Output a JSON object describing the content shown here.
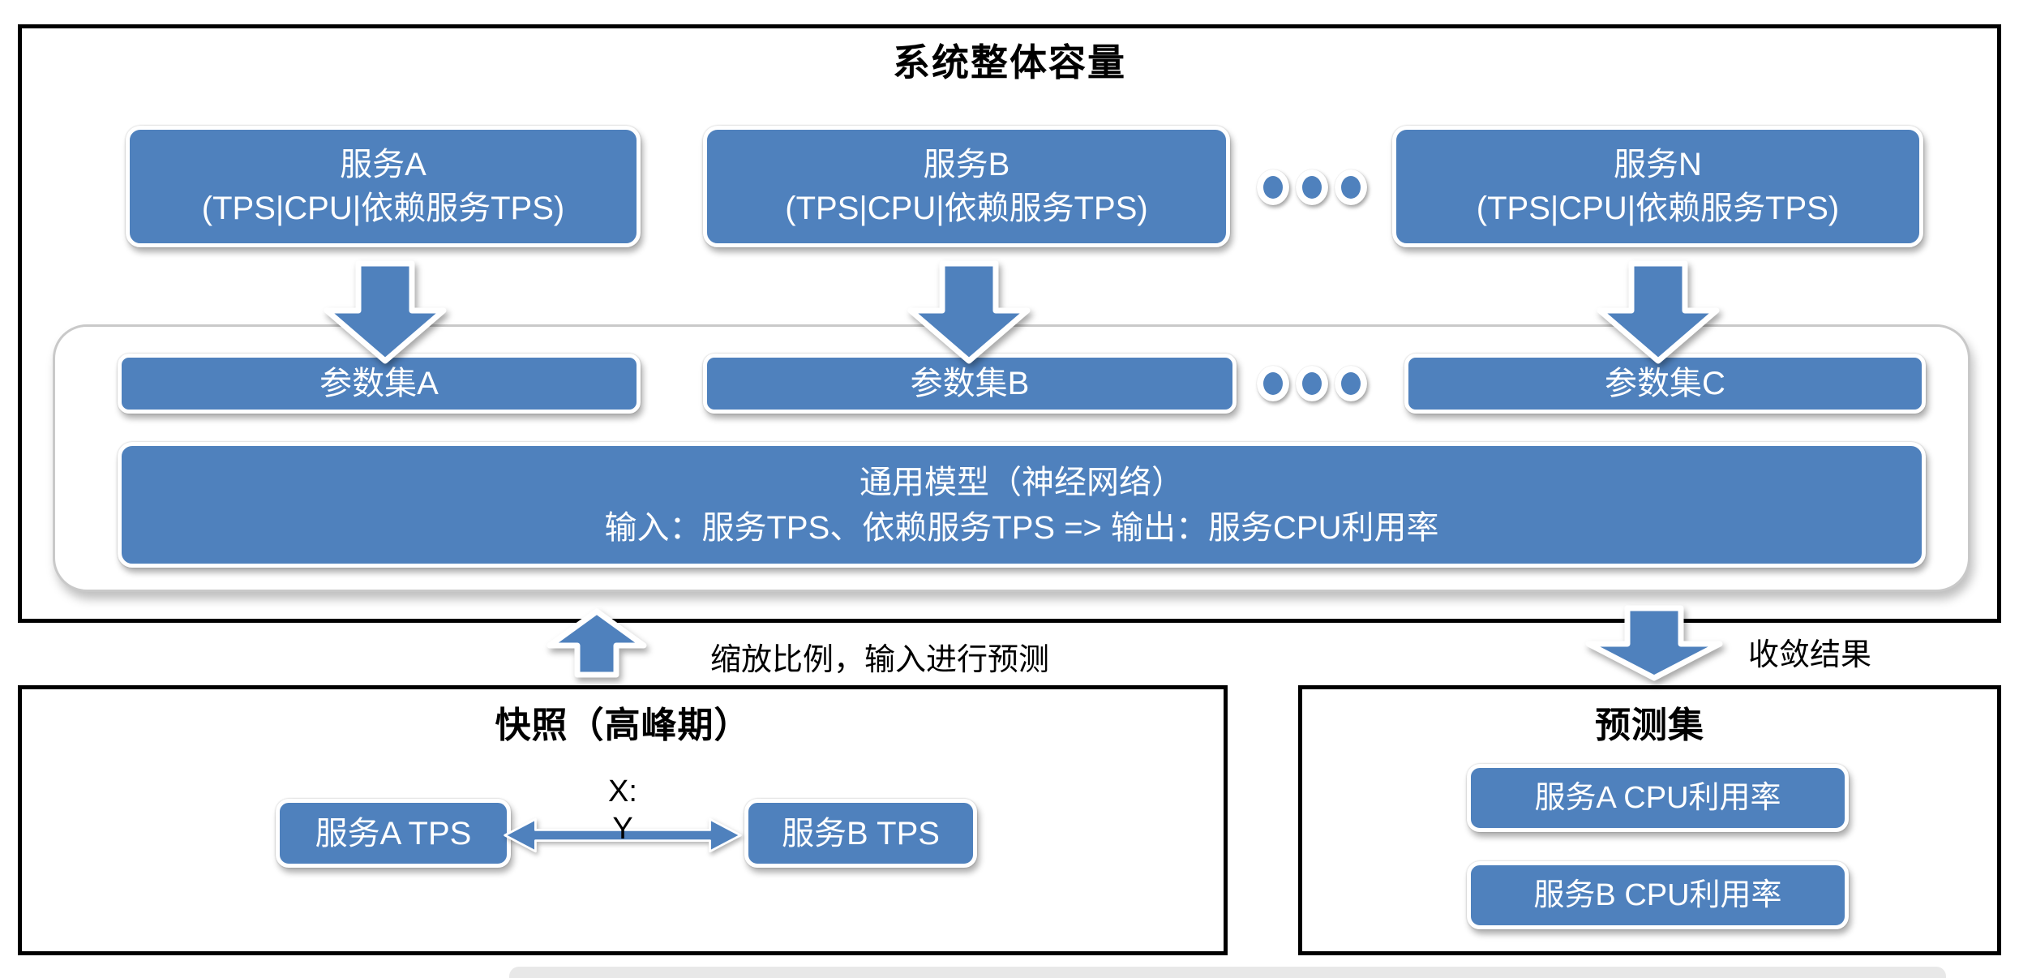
{
  "colors": {
    "accent_blue": "#4f81bd",
    "outer_border": "#000000",
    "inner_container_border": "#c9c9c9",
    "bottom_strip": "#e8e8e8"
  },
  "system": {
    "title": "系统整体容量",
    "services": [
      {
        "name": "服务A",
        "detail": "(TPS|CPU|依赖服务TPS)"
      },
      {
        "name": "服务B",
        "detail": "(TPS|CPU|依赖服务TPS)"
      },
      {
        "name": "服务N",
        "detail": "(TPS|CPU|依赖服务TPS)"
      }
    ],
    "param_sets": [
      "参数集A",
      "参数集B",
      "参数集C"
    ],
    "model": {
      "title": "通用模型（神经网络）",
      "io": "输入：服务TPS、依赖服务TPS => 输出：服务CPU利用率"
    }
  },
  "flow": {
    "up_label": "缩放比例，输入进行预测",
    "down_label": "收敛结果"
  },
  "snapshot": {
    "title": "快照（高峰期）",
    "node_a": "服务A TPS",
    "node_b": "服务B TPS",
    "relation_line1": "X:",
    "relation_line2": "Y"
  },
  "prediction": {
    "title": "预测集",
    "items": [
      "服务A CPU利用率",
      "服务B CPU利用率"
    ]
  }
}
